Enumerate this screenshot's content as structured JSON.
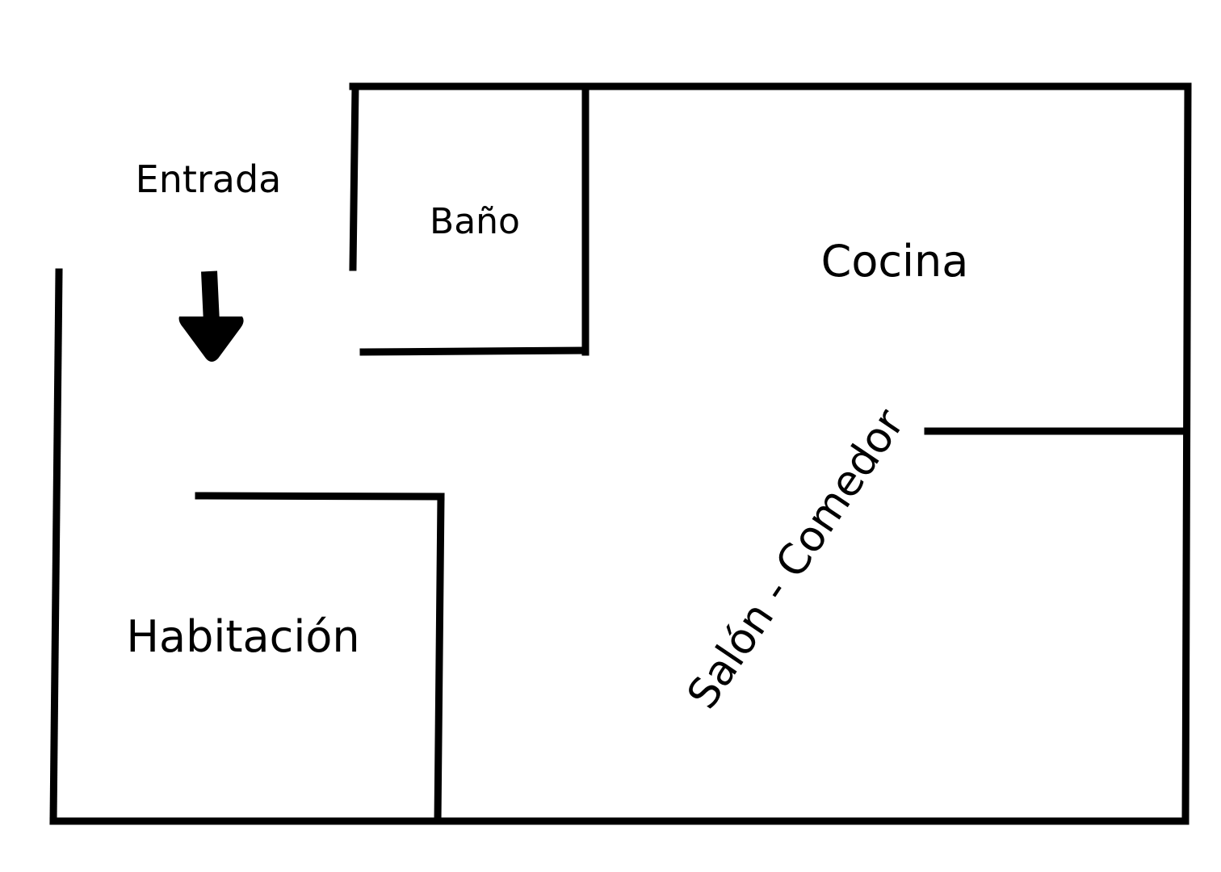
{
  "rooms": {
    "entrada": "Entrada",
    "bano": "Baño",
    "cocina": "Cocina",
    "habitacion": "Habitación",
    "salon_comedor": "Salón - Comedor"
  },
  "icons": {
    "entry_arrow": "arrow-down-icon"
  },
  "colors": {
    "walls": "#000000",
    "background": "#ffffff"
  }
}
